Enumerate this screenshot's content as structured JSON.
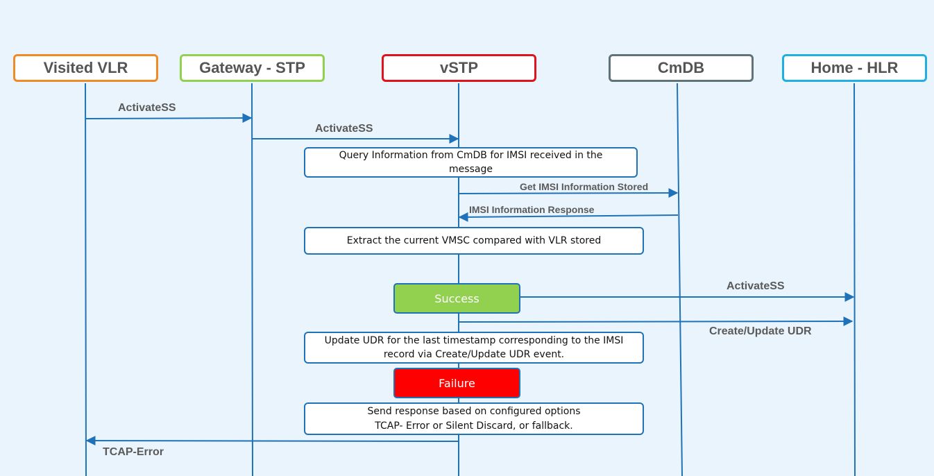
{
  "colors": {
    "background": "#eaf4fc",
    "lifeline": "#1f72b8",
    "visited_vlr_border": "#f08a24",
    "gateway_stp_border": "#92d050",
    "vstp_border": "#e0121b",
    "cmdb_border": "#5f7379",
    "home_hlr_border": "#1fb0e0",
    "success_fill": "#92d050",
    "failure_fill": "#ff0000",
    "message_text": "#5a5a5a"
  },
  "actors": [
    {
      "label": "Visited VLR"
    },
    {
      "label": "Gateway - STP"
    },
    {
      "label": "vSTP"
    },
    {
      "label": "CmDB"
    },
    {
      "label": "Home - HLR"
    }
  ],
  "messages": [
    {
      "label": "ActivateSS"
    },
    {
      "label": "ActivateSS"
    },
    {
      "label": "Get IMSI Information Stored"
    },
    {
      "label": "IMSI Information Response"
    },
    {
      "label": "ActivateSS"
    },
    {
      "label": "Create/Update UDR"
    },
    {
      "label": "TCAP-Error"
    }
  ],
  "notes": [
    {
      "line1": "Query Information from CmDB for IMSI received in the",
      "line2": "message"
    },
    {
      "line1": "Extract the current VMSC compared with VLR stored"
    },
    {
      "line1": "Update UDR for the last timestamp corresponding to the IMSI",
      "line2": "record via Create/Update UDR event."
    },
    {
      "line1": "Send response based on configured options",
      "line2": "TCAP- Error or Silent Discard, or fallback."
    }
  ],
  "status": {
    "success": "Success",
    "failure": "Failure"
  }
}
